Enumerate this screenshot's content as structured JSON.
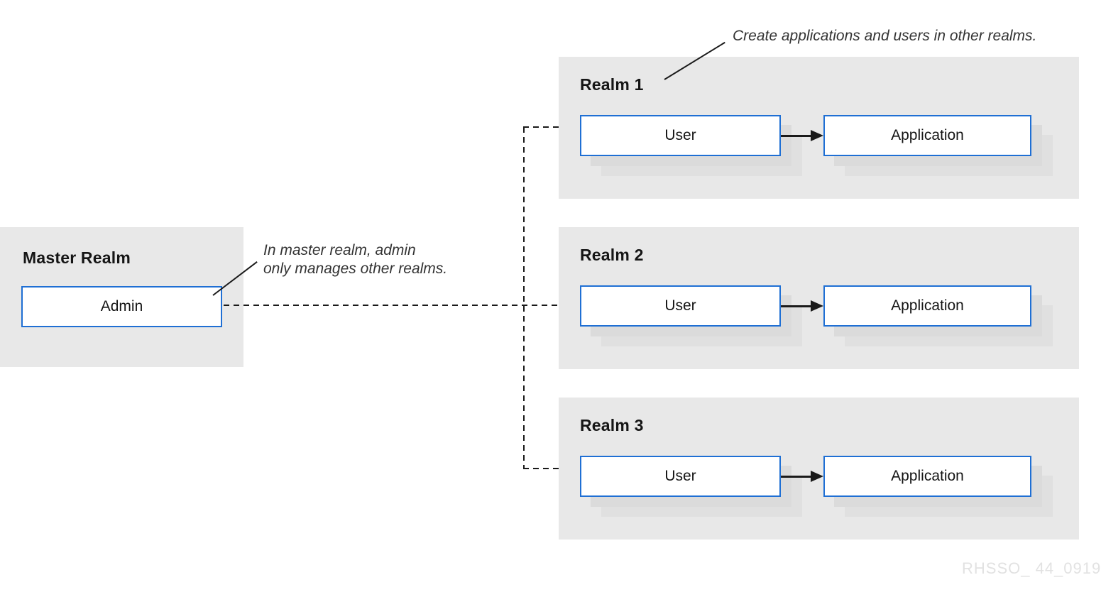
{
  "diagram": {
    "watermark": "RHSSO_ 44_0919",
    "master_realm": {
      "title": "Master Realm",
      "admin_label": "Admin"
    },
    "realms": [
      {
        "title": "Realm 1",
        "user_label": "User",
        "app_label": "Application"
      },
      {
        "title": "Realm 2",
        "user_label": "User",
        "app_label": "Application"
      },
      {
        "title": "Realm 3",
        "user_label": "User",
        "app_label": "Application"
      }
    ],
    "annotations": {
      "realms_note": "Create applications and users in other realms.",
      "master_note_line1": "In master realm, admin",
      "master_note_line2": "only manages other realms."
    },
    "colors": {
      "panel_bg": "#e8e8e8",
      "node_border": "#1f6fd4",
      "line": "#1a1a1a",
      "shadow_layer1": "#dbdbdb",
      "shadow_layer2": "#e0e0e0",
      "note_text": "#333333",
      "watermark_text": "#e2e2e2"
    }
  }
}
